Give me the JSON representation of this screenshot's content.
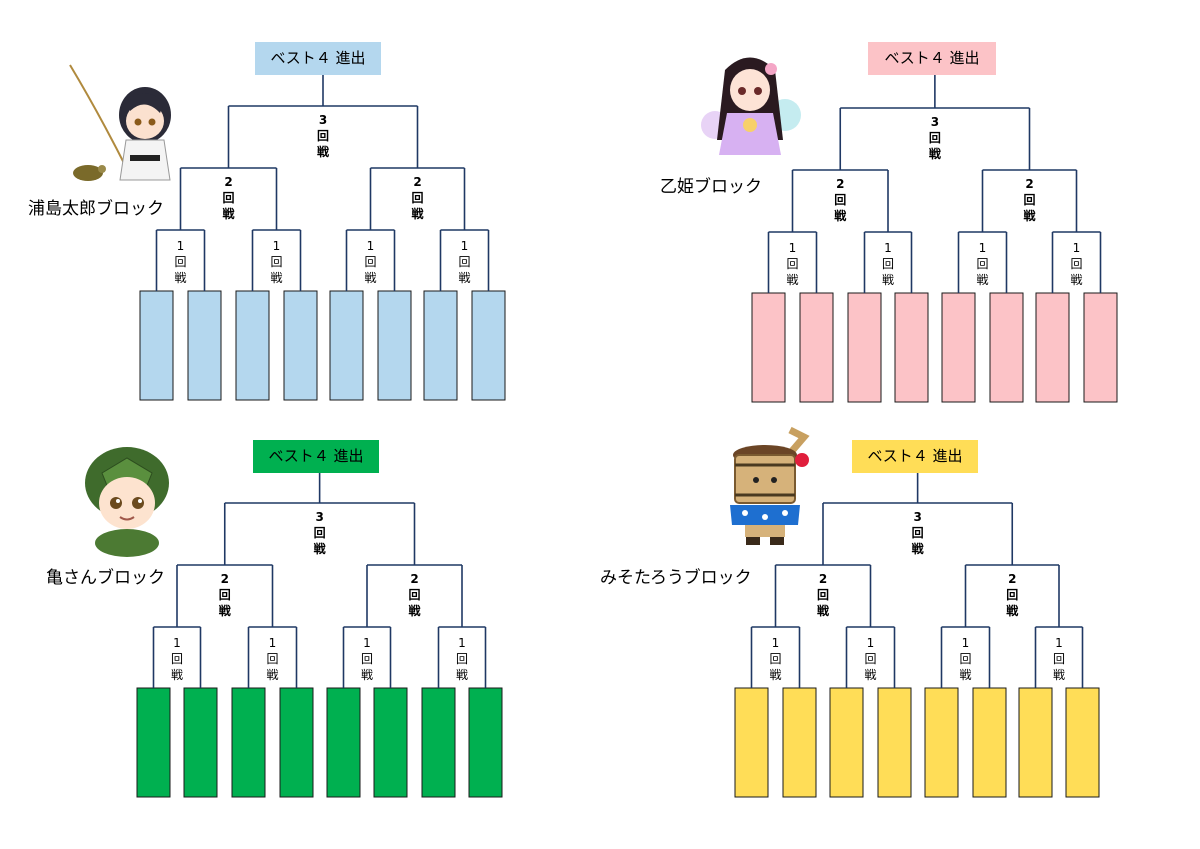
{
  "labels": {
    "advance": "ベスト４ 進出",
    "round1": [
      "1",
      "回",
      "戦"
    ],
    "round2": [
      "2",
      "回",
      "戦"
    ],
    "round3": [
      "3",
      "回",
      "戦"
    ]
  },
  "line_color": "#1f3864",
  "blocks": [
    {
      "id": "urashima",
      "name": "浦島太郎ブロック",
      "color": "#b4d7ee",
      "badge_color": "#b4d7ee",
      "mascot": "fisherman-boy-icon"
    },
    {
      "id": "otohime",
      "name": "乙姫ブロック",
      "color": "#fcc3c7",
      "badge_color": "#fcc3c7",
      "mascot": "princess-icon"
    },
    {
      "id": "kame",
      "name": "亀さんブロック",
      "color": "#00b050",
      "badge_color": "#00b050",
      "mascot": "turtle-boy-icon"
    },
    {
      "id": "misotaro",
      "name": "みそたろうブロック",
      "color": "#ffdd57",
      "badge_color": "#ffdd57",
      "mascot": "miso-barrel-icon"
    }
  ]
}
